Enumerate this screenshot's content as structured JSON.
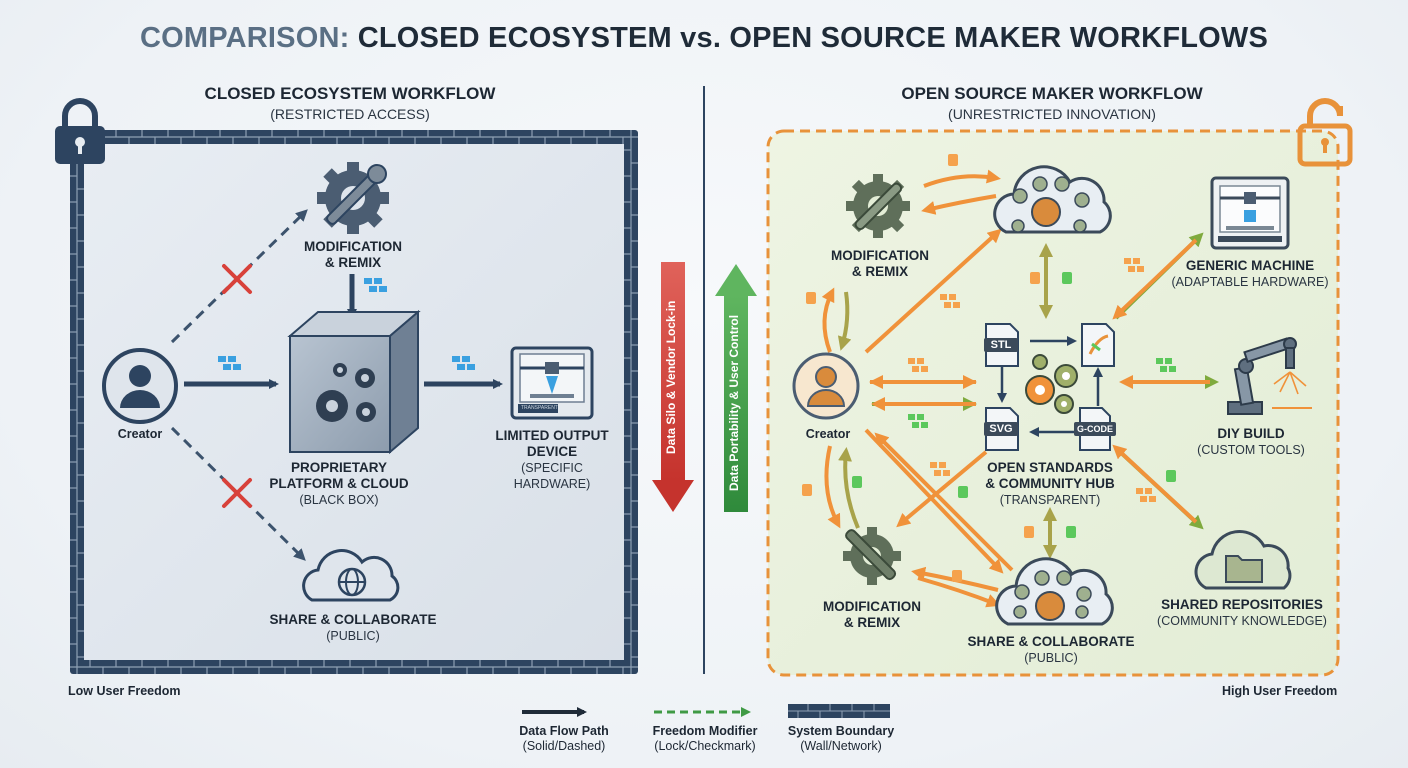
{
  "title": {
    "prefix": "COMPARISON:",
    "main": "CLOSED ECOSYSTEM vs. OPEN SOURCE MAKER WORKFLOWS"
  },
  "closed": {
    "title": "CLOSED ECOSYSTEM WORKFLOW",
    "subtitle": "(RESTRICTED ACCESS)",
    "creator": "Creator",
    "modification": {
      "l1": "MODIFICATION",
      "l2": "& REMIX"
    },
    "platform": {
      "l1": "PROPRIETARY",
      "l2": "PLATFORM & CLOUD",
      "sub": "(BLACK BOX)"
    },
    "device": {
      "l1": "LIMITED OUTPUT",
      "l2": "DEVICE",
      "sub": "(SPECIFIC HARDWARE)"
    },
    "share": {
      "l1": "SHARE & COLLABORATE",
      "sub": "(PUBLIC)"
    },
    "freedom": "Low User Freedom"
  },
  "divider": {
    "down_label": "Data Silo & Vendor Lock-in",
    "up_label": "Data Portability & User Control"
  },
  "open": {
    "title": "OPEN SOURCE MAKER WORKFLOW",
    "subtitle": "(UNRESTRICTED INNOVATION)",
    "creator": "Creator",
    "mod_top": {
      "l1": "MODIFICATION",
      "l2": "& REMIX"
    },
    "mod_bottom": {
      "l1": "MODIFICATION",
      "l2": "& REMIX"
    },
    "hub": {
      "l1": "OPEN STANDARDS",
      "l2": "& COMMUNITY HUB",
      "sub": "(TRANSPARENT)"
    },
    "files": {
      "stl": "STL",
      "svg": "SVG",
      "gcode": "G-CODE"
    },
    "machine": {
      "l1": "GENERIC MACHINE",
      "sub": "(ADAPTABLE HARDWARE)"
    },
    "diy": {
      "l1": "DIY BUILD",
      "sub": "(CUSTOM TOOLS)"
    },
    "repos": {
      "l1": "SHARED REPOSITORIES",
      "sub": "(COMMUNITY KNOWLEDGE)"
    },
    "share": {
      "l1": "SHARE & COLLABORATE",
      "sub": "(PUBLIC)"
    },
    "freedom": "High User Freedom"
  },
  "legend": [
    {
      "label": "Data Flow Path",
      "sub": "(Solid/Dashed)"
    },
    {
      "label": "Freedom Modifier",
      "sub": "(Lock/Checkmark)"
    },
    {
      "label": "System Boundary",
      "sub": "(Wall/Network)"
    }
  ],
  "device_badge": "TRANSPARENT",
  "colors": {
    "closed": "#2d4460",
    "open_border": "#e8923a",
    "red": "#d8413a",
    "green": "#3f9a45",
    "orange": "#f0923a"
  }
}
